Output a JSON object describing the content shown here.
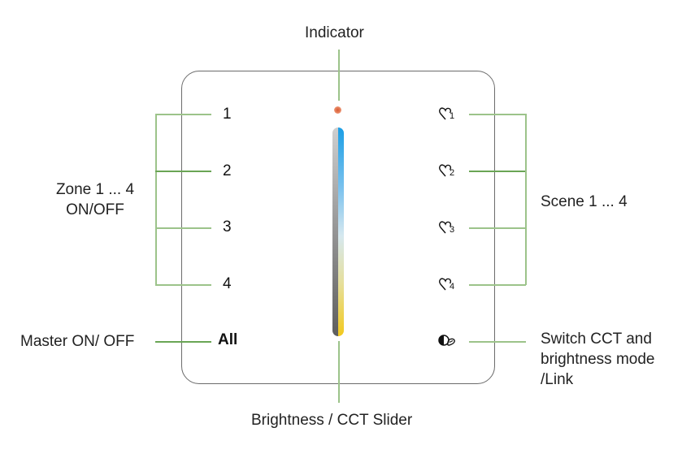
{
  "diagram": {
    "title": "Touch panel controller layout",
    "top_label": "Indicator",
    "bottom_label": "Brightness / CCT Slider",
    "left_group_label": [
      "Zone 1 ... 4",
      "ON/OFF"
    ],
    "left_master_label": "Master ON/ OFF",
    "right_group_label": "Scene 1 ... 4",
    "right_mode_label": [
      "Switch CCT and",
      "brightness mode",
      "/Link"
    ],
    "zone_keys": [
      "1",
      "2",
      "3",
      "4"
    ],
    "all_key": "All",
    "scene_keys": [
      {
        "icon": "heart-scene-icon",
        "number": "1"
      },
      {
        "icon": "heart-scene-icon",
        "number": "2"
      },
      {
        "icon": "heart-scene-icon",
        "number": "3"
      },
      {
        "icon": "heart-scene-icon",
        "number": "4"
      }
    ],
    "mode_key_icon": "cct-link-icon",
    "colors": {
      "leader_line": "#9cc38a",
      "panel_border": "#6b6b6b",
      "indicator": "#d85a32",
      "slider_cool": "#1a9ee5",
      "slider_warm": "#f2c91d"
    }
  }
}
